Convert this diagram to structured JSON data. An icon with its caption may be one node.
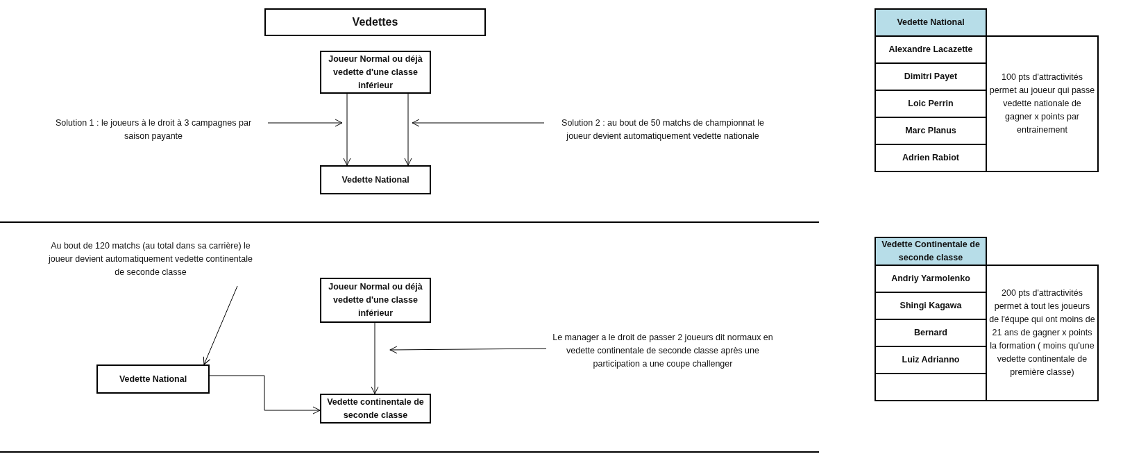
{
  "diagram": {
    "title": "Vedettes",
    "nodes": [
      {
        "text": [
          "Joueur Normal ou déjà vedette d'une classe inférieur"
        ]
      },
      {
        "text": [
          "Vedette National"
        ]
      },
      {
        "text": [
          "Solution 1 : le joueurs à le droit à 3 campagnes par saison payante"
        ]
      },
      {
        "text": [
          "Solution 2 : au bout de 50 matchs de championnat le joueur devient automatiquement vedette nationale"
        ]
      },
      {
        "text": [
          "Au bout de 120 matchs (au total dans sa carrière) le joueur devient automatiquement vedette continentale de seconde classe"
        ]
      },
      {
        "text": [
          "Joueur Normal ou déjà vedette d'une classe inférieur"
        ]
      },
      {
        "text": [
          "Vedette National"
        ]
      },
      {
        "text": [
          "Vedette continentale de seconde classe"
        ]
      },
      {
        "text": [
          "Le manager a le droit de passer 2 joueurs dit normaux en vedette continentale de seconde classe après une participation a une coupe challenger"
        ]
      }
    ],
    "edges": [
      {
        "from": 0,
        "to": 1,
        "arrow": "to"
      },
      {
        "from": 0,
        "to": 1,
        "arrow": "to"
      },
      {
        "from": 2,
        "to": null,
        "arrow": "to"
      },
      {
        "from": 3,
        "to": null,
        "arrow": "to"
      },
      {
        "from": 4,
        "to": 6,
        "arrow": "to"
      },
      {
        "from": 6,
        "to": 7,
        "arrow": "to"
      },
      {
        "from": 5,
        "to": 7,
        "arrow": "to"
      },
      {
        "from": 8,
        "to": null,
        "arrow": "to"
      }
    ],
    "labels": [
      "Vedette National",
      "Alexandre Lacazette",
      "100 pts d'attractivités permet au joueur qui passe vedette nationale de gagner x points par entrainement",
      "Dimitri Payet",
      "Loic Perrin",
      "Marc Planus",
      "Adrien Rabiot",
      "Vedette Continentale de seconde classe",
      "Andriy Yarmolenko",
      "200 pts d'attractivités permet à tout les joueurs de l'équpe qui ont moins de 21 ans de gagner x points la formation ( moins qu'une vedette continentale de première classe)",
      "Shingi Kagawa",
      "Bernard",
      "Luiz Adrianno"
    ]
  }
}
